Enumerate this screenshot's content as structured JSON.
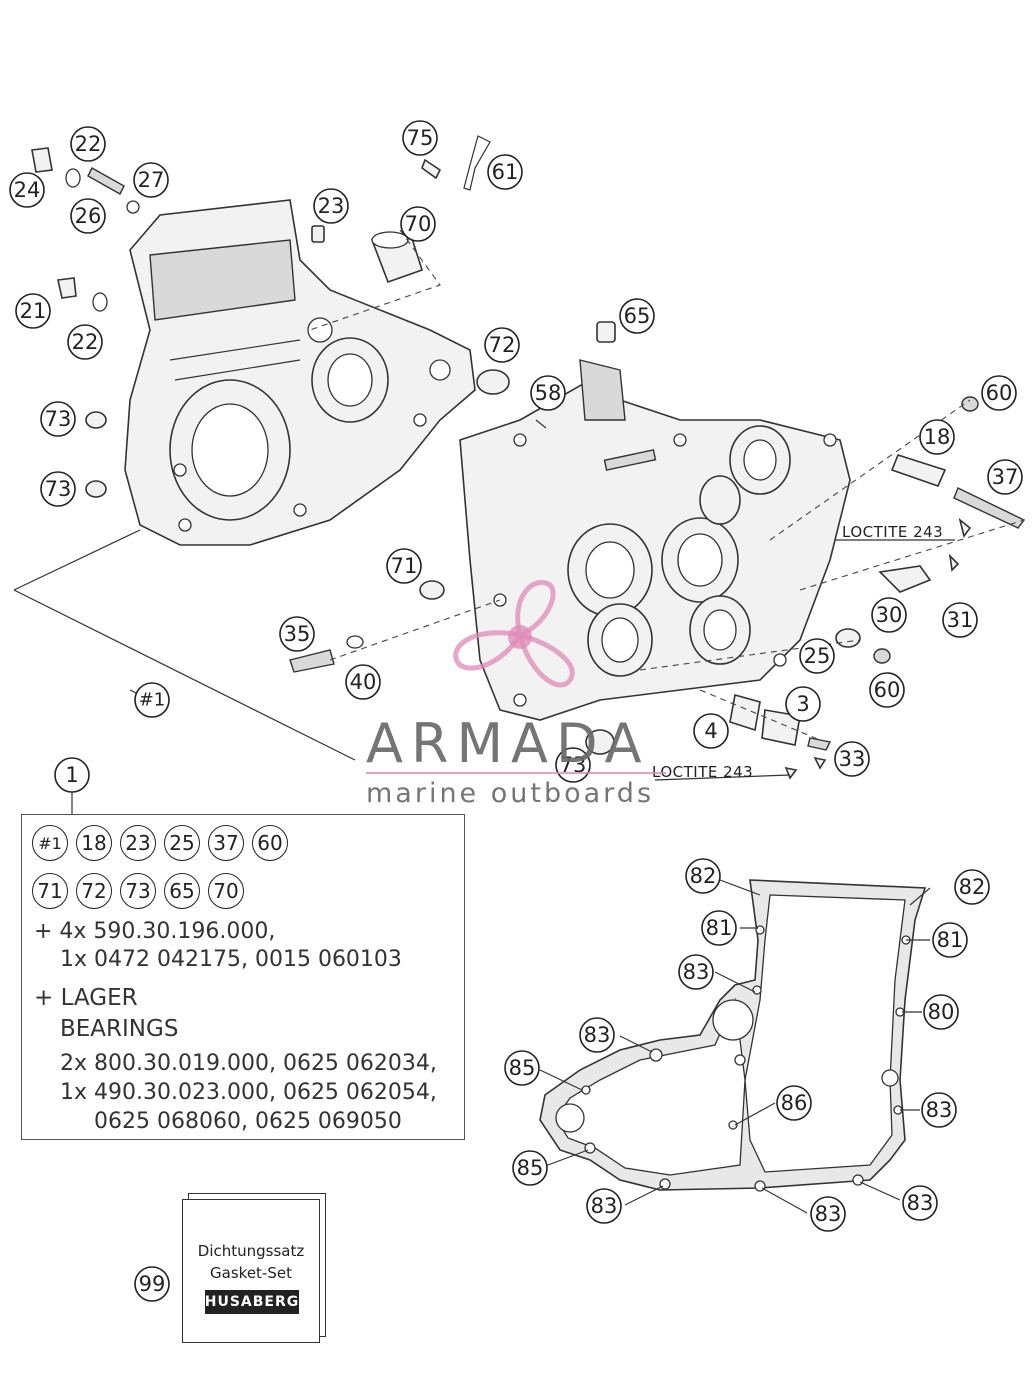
{
  "callouts": {
    "c24": "24",
    "c22a": "22",
    "c27": "27",
    "c26": "26",
    "c21": "21",
    "c22b": "22",
    "c23": "23",
    "c75": "75",
    "c61": "61",
    "c70": "70",
    "c72": "72",
    "c65": "65",
    "c58": "58",
    "c73a": "73",
    "c73b": "73",
    "c73c": "73",
    "c60a": "60",
    "c18": "18",
    "c37": "37",
    "c71": "71",
    "c35": "35",
    "c40": "40",
    "c30": "30",
    "c31": "31",
    "c25": "25",
    "c60b": "60",
    "c3": "3",
    "c4": "4",
    "c33": "33",
    "c1hash": "#1",
    "c1": "1",
    "c82a": "82",
    "c82b": "82",
    "c81a": "81",
    "c81b": "81",
    "c83a": "83",
    "c80": "80",
    "c83b": "83",
    "c85a": "85",
    "c86": "86",
    "c83c": "83",
    "c85b": "85",
    "c83d": "83",
    "c83e": "83",
    "c83f": "83",
    "c99": "99"
  },
  "notes": {
    "loctite_upper": "LOCTITE 243",
    "loctite_lower": "LOCTITE 243"
  },
  "kit": {
    "row1": [
      "#1",
      "18",
      "23",
      "25",
      "37",
      "60"
    ],
    "row2": [
      "71",
      "72",
      "73",
      "65",
      "70"
    ],
    "line1": "+ 4x 590.30.196.000,",
    "line2": "1x 0472 042175, 0015 060103",
    "line3": "+ LAGER",
    "line4": "BEARINGS",
    "line5": "2x 800.30.019.000, 0625 062034,",
    "line6": "1x 490.30.023.000, 0625 062054,",
    "line7": "0625 068060, 0625 069050"
  },
  "gasket_set": {
    "line1": "Dichtungssatz",
    "line2": "Gasket-Set",
    "logo": "HUSABERG"
  },
  "watermark": {
    "title": "ARMADA",
    "subtitle": "marine outboards",
    "accent_color": "#e08ab8"
  }
}
